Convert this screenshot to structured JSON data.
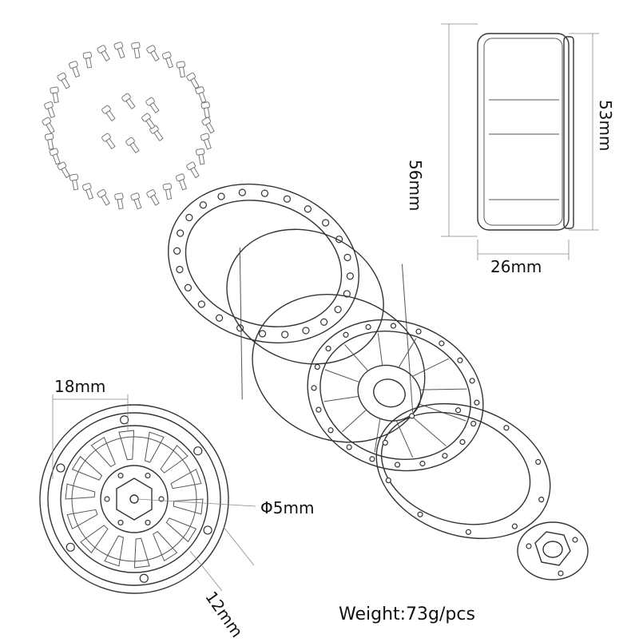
{
  "dimensions": {
    "bolt_offset": "18mm",
    "hub_hole": "Φ5mm",
    "hex_depth": "12mm",
    "width": "26mm",
    "outer_diameter": "56mm",
    "inner_diameter": "53mm"
  },
  "weight_label": "Weight:73g/pcs",
  "colors": {
    "line": "#333333",
    "dimension": "#888888",
    "background": "#ffffff"
  }
}
